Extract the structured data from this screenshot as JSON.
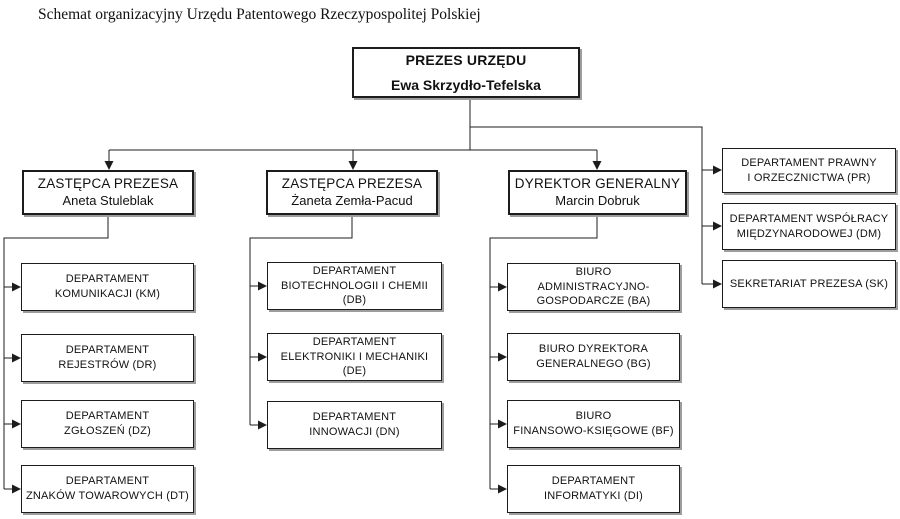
{
  "page": {
    "title": "Schemat organizacyjny Urzędu Patentowego Rzeczypospolitej Polskiej"
  },
  "org": {
    "president": {
      "role": "PREZES URZĘDU",
      "name": "Ewa Skrzydło-Tefelska"
    },
    "executives": [
      {
        "role": "ZASTĘPCA PREZESA",
        "name": "Aneta Stuleblak"
      },
      {
        "role": "ZASTĘPCA PREZESA",
        "name": "Żaneta Zemła-Pacud"
      },
      {
        "role": "DYREKTOR GENERALNY",
        "name": "Marcin Dobruk"
      }
    ],
    "president_units": [
      {
        "lines": [
          "DEPARTAMENT PRAWNY",
          "I ORZECZNICTWA (PR)"
        ]
      },
      {
        "lines": [
          "DEPARTAMENT WSPÓŁRACY",
          "MIĘDZYNARODOWEJ (DM)"
        ]
      },
      {
        "lines": [
          "SEKRETARIAT PREZESA (SK)"
        ]
      }
    ],
    "columns": [
      {
        "units": [
          {
            "lines": [
              "DEPARTAMENT",
              "KOMUNIKACJI (KM)"
            ]
          },
          {
            "lines": [
              "DEPARTAMENT",
              "REJESTRÓW (DR)"
            ]
          },
          {
            "lines": [
              "DEPARTAMENT",
              "ZGŁOSZEŃ (DZ)"
            ]
          },
          {
            "lines": [
              "DEPARTAMENT",
              "ZNAKÓW TOWAROWYCH (DT)"
            ]
          }
        ]
      },
      {
        "units": [
          {
            "lines": [
              "DEPARTAMENT",
              "BIOTECHNOLOGII I CHEMII (DB)"
            ]
          },
          {
            "lines": [
              "DEPARTAMENT",
              "ELEKTRONIKI I MECHANIKI (DE)"
            ]
          },
          {
            "lines": [
              "DEPARTAMENT",
              "INNOWACJI (DN)"
            ]
          }
        ]
      },
      {
        "units": [
          {
            "lines": [
              "BIURO",
              "ADMINISTRACYJNO-",
              "GOSPODARCZE (BA)"
            ]
          },
          {
            "lines": [
              "BIURO DYREKTORA",
              "GENERALNEGO (BG)"
            ]
          },
          {
            "lines": [
              "BIURO",
              "FINANSOWO-KSIĘGOWE (BF)"
            ]
          },
          {
            "lines": [
              "DEPARTAMENT",
              "INFORMATYKI (DI)"
            ]
          }
        ]
      }
    ],
    "colors": {
      "line": "#1c1c1c",
      "box_border": "#1c1c1c",
      "box_shadow": "#9d9d9d",
      "background": "#ffffff"
    }
  }
}
